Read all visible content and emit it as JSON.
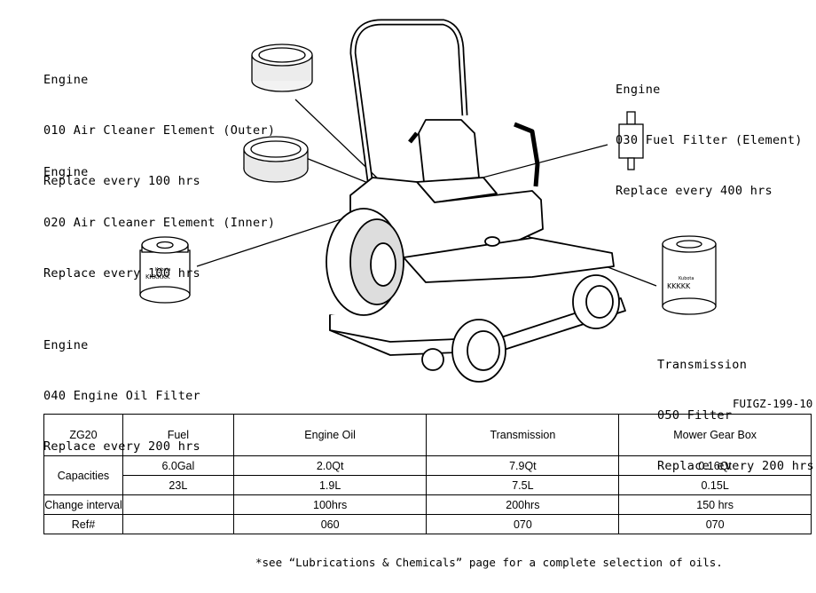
{
  "callouts": [
    {
      "group": "Engine",
      "item": "010 Air Cleaner Element (Outer)",
      "interval": "Replace every 100 hrs"
    },
    {
      "group": "Engine",
      "item": "020 Air Cleaner Element (Inner)",
      "interval": "Replace every 100 hrs"
    },
    {
      "group": "Engine",
      "item": "040 Engine Oil Filter",
      "interval": "Replace every 200 hrs"
    },
    {
      "group": "Engine",
      "item": "030 Fuel Filter (Element)",
      "interval": "Replace every 400 hrs"
    },
    {
      "group": "Transmission",
      "item": "050 Filter",
      "interval": "Replace every 200 hrs"
    }
  ],
  "filter_brand": "Kubota",
  "figure_code": "FUIGZ-199-10",
  "table": {
    "model": "ZG20",
    "headers": [
      "Fuel",
      "Engine Oil",
      "Transmission",
      "Mower Gear Box"
    ],
    "capacities_label": "Capacities",
    "capacities_us": [
      "6.0Gal",
      "2.0Qt",
      "7.9Qt",
      "0.16Qt"
    ],
    "capacities_metric": [
      "23L",
      "1.9L",
      "7.5L",
      "0.15L"
    ],
    "change_label": "Change interval",
    "change_values": [
      "",
      "100hrs",
      "200hrs",
      "150 hrs"
    ],
    "ref_label": "Ref#",
    "ref_values": [
      "",
      "060",
      "070",
      "070"
    ]
  },
  "footnote": "*see “Lubrications & Chemicals” page for a complete selection of oils."
}
